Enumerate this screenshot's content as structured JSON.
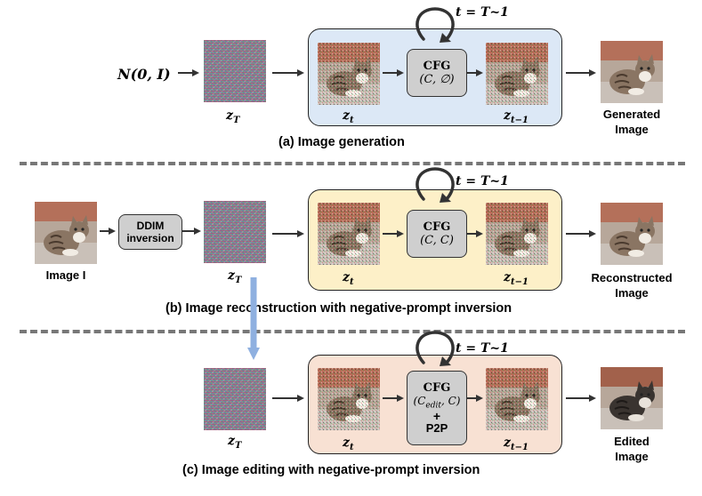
{
  "section_a": {
    "caption": "(a) Image generation",
    "input_symbol": "N(0, I)",
    "z_T": "z_T",
    "z_t": "z_t",
    "z_t_1": "z_{t−1}",
    "loop_label": "t = T~1",
    "cfg_title": "CFG",
    "cfg_args": "(C, ∅)",
    "output_line1": "Generated",
    "output_line2": "Image"
  },
  "section_b": {
    "caption": "(b) Image reconstruction with negative-prompt inversion",
    "input_label": "Image I",
    "ddim_line1": "DDIM",
    "ddim_line2": "inversion",
    "z_T": "z_T",
    "z_t": "z_t",
    "z_t_1": "z_{t−1}",
    "loop_label": "t = T~1",
    "cfg_title": "CFG",
    "cfg_args": "(C, C)",
    "output_line1": "Reconstructed",
    "output_line2": "Image"
  },
  "section_c": {
    "caption": "(c) Image editing with negative-prompt inversion",
    "z_T": "z_T",
    "z_t": "z_t",
    "z_t_1": "z_{t−1}",
    "loop_label": "t = T~1",
    "cfg_title": "CFG",
    "cfg_args_pre": "(C",
    "cfg_args_sub": "edit",
    "cfg_args_post": ", C)",
    "plus": "+",
    "p2p": "P2P",
    "output_line1": "Edited",
    "output_line2": "Image"
  },
  "colors": {
    "panel_a": "#dce8f6",
    "panel_b": "#fdf0c8",
    "panel_c": "#f8e1d3",
    "vertical_arrow": "#8fb0e0"
  }
}
